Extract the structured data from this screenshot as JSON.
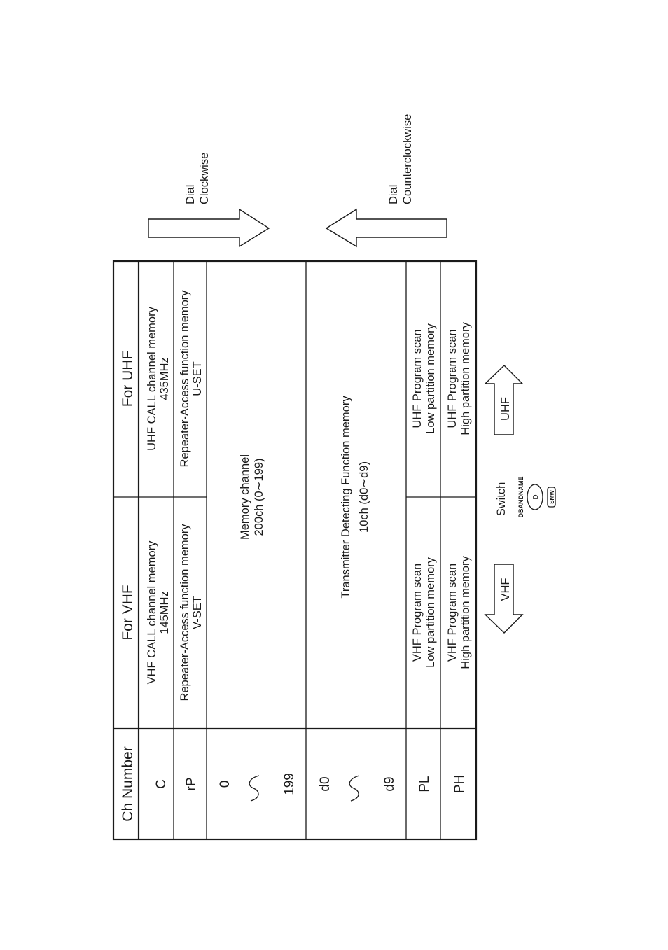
{
  "orientation": "rotated-90-ccw",
  "dial_labels": {
    "clockwise": {
      "line1": "Dial",
      "line2": "Clockwise"
    },
    "counterclockwise": {
      "line1": "Dial",
      "line2": "Counterclockwise"
    }
  },
  "table": {
    "headers": {
      "ch_number": "Ch Number",
      "vhf": "For VHF",
      "uhf": "For UHF"
    },
    "rows": [
      {
        "ch": "C",
        "vhf": [
          "VHF CALL channel memory",
          "145MHz"
        ],
        "uhf": [
          "UHF CALL channel memory",
          "435MHz"
        ]
      },
      {
        "ch": "rP",
        "vhf": [
          "Repeater-Access function memory",
          "V-SET"
        ],
        "uhf": [
          "Repeater-Access function memory",
          "U-SET"
        ]
      },
      {
        "ch_from": "0",
        "ch_to": "199",
        "span": [
          "Memory channel",
          "200ch (0∼199)"
        ]
      },
      {
        "ch_from": "d0",
        "ch_to": "d9",
        "span": [
          "Transmitter Detecting Function memory",
          "10ch (d0∼d9)"
        ]
      },
      {
        "ch": "PL",
        "vhf": [
          "VHF Program scan",
          "Low partition memory"
        ],
        "uhf": [
          "UHF Program scan",
          "Low partition memory"
        ]
      },
      {
        "ch": "PH",
        "vhf": [
          "VHF Program scan",
          "High partition memory"
        ],
        "uhf": [
          "UHF Program scan",
          "High partition memory"
        ]
      }
    ],
    "range_symbol": "∼"
  },
  "switch": {
    "label": "Switch",
    "button_top": "DBANDNAME",
    "button_letter": "D",
    "button_bottom": "SMW",
    "vhf_arrow": "VHF",
    "uhf_arrow": "UHF"
  }
}
